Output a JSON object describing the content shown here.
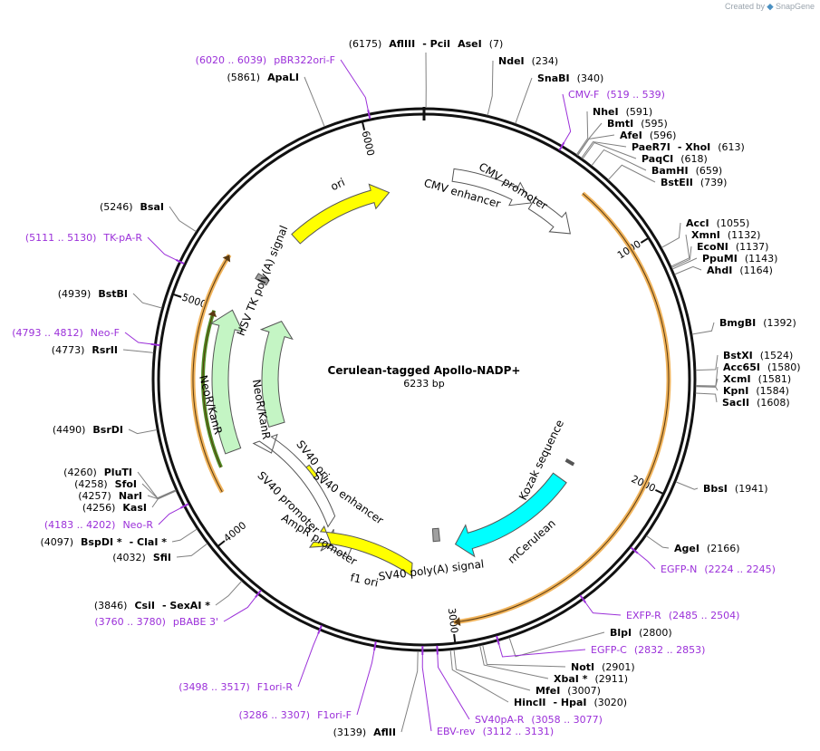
{
  "credit": {
    "created_by": "Created by",
    "brand": "SnapGene"
  },
  "plasmid": {
    "name": "Cerulean-tagged Apollo-NADP+",
    "length_label": "6233 bp"
  },
  "colors": {
    "primer": "#9b30d9",
    "enzyme_line": "#808080",
    "orf": "#f0b35b",
    "gene": "#4f8f25"
  },
  "ticks": [
    {
      "label": "1000"
    },
    {
      "label": "2000"
    },
    {
      "label": "3000"
    },
    {
      "label": "4000"
    },
    {
      "label": "5000"
    },
    {
      "label": "6000"
    }
  ],
  "features": [
    {
      "label": "CMV enhancer"
    },
    {
      "label": "CMV promoter"
    },
    {
      "label": "ori"
    },
    {
      "label": "HSV TK poly(A) signal"
    },
    {
      "label": "NeoR/KanR"
    },
    {
      "label": "NeoR/KanR"
    },
    {
      "label": "SV40 ori"
    },
    {
      "label": "SV40 enhancer"
    },
    {
      "label": "SV40 promoter"
    },
    {
      "label": "AmpR promoter"
    },
    {
      "label": "f1 ori"
    },
    {
      "label": "SV40 poly(A) signal"
    },
    {
      "label": "mCerulean"
    },
    {
      "label": "Kozak sequence"
    }
  ],
  "labels": [
    {
      "parts": [
        [
          "(6175)",
          "pos"
        ],
        [
          "AflIII",
          "enz"
        ],
        [
          "- PciI",
          "enz"
        ],
        [
          "AseI",
          "enz"
        ],
        [
          "(7)",
          "pos"
        ]
      ]
    },
    {
      "parts": [
        [
          "NdeI",
          "enz"
        ],
        [
          "(234)",
          "pos"
        ]
      ]
    },
    {
      "parts": [
        [
          "SnaBI",
          "enz"
        ],
        [
          "(340)",
          "pos"
        ]
      ]
    },
    {
      "parts": [
        [
          "CMV-F",
          "primer"
        ],
        [
          "(519 .. 539)",
          "primer"
        ]
      ]
    },
    {
      "parts": [
        [
          "NheI",
          "enz"
        ],
        [
          "(591)",
          "pos"
        ]
      ]
    },
    {
      "parts": [
        [
          "BmtI",
          "enz"
        ],
        [
          "(595)",
          "pos"
        ]
      ]
    },
    {
      "parts": [
        [
          "AfeI",
          "enz"
        ],
        [
          "(596)",
          "pos"
        ]
      ]
    },
    {
      "parts": [
        [
          "PaeR7I",
          "enz"
        ],
        [
          "- XhoI",
          "enz"
        ],
        [
          "(613)",
          "pos"
        ]
      ]
    },
    {
      "parts": [
        [
          "PaqCI",
          "enz"
        ],
        [
          "(618)",
          "pos"
        ]
      ]
    },
    {
      "parts": [
        [
          "BamHI",
          "enz"
        ],
        [
          "(659)",
          "pos"
        ]
      ]
    },
    {
      "parts": [
        [
          "BstEII",
          "enz"
        ],
        [
          "(739)",
          "pos"
        ]
      ]
    },
    {
      "parts": [
        [
          "AccI",
          "enz"
        ],
        [
          "(1055)",
          "pos"
        ]
      ]
    },
    {
      "parts": [
        [
          "XmnI",
          "enz"
        ],
        [
          "(1132)",
          "pos"
        ]
      ]
    },
    {
      "parts": [
        [
          "EcoNI",
          "enz"
        ],
        [
          "(1137)",
          "pos"
        ]
      ]
    },
    {
      "parts": [
        [
          "PpuMI",
          "enz"
        ],
        [
          "(1143)",
          "pos"
        ]
      ]
    },
    {
      "parts": [
        [
          "AhdI",
          "enz"
        ],
        [
          "(1164)",
          "pos"
        ]
      ]
    },
    {
      "parts": [
        [
          "BmgBI",
          "enz"
        ],
        [
          "(1392)",
          "pos"
        ]
      ]
    },
    {
      "parts": [
        [
          "BstXI",
          "enz"
        ],
        [
          "(1524)",
          "pos"
        ]
      ]
    },
    {
      "parts": [
        [
          "Acc65I",
          "enz"
        ],
        [
          "(1580)",
          "pos"
        ]
      ]
    },
    {
      "parts": [
        [
          "XcmI",
          "enz"
        ],
        [
          "(1581)",
          "pos"
        ]
      ]
    },
    {
      "parts": [
        [
          "KpnI",
          "enz"
        ],
        [
          "(1584)",
          "pos"
        ]
      ]
    },
    {
      "parts": [
        [
          "SacII",
          "enz"
        ],
        [
          "(1608)",
          "pos"
        ]
      ]
    },
    {
      "parts": [
        [
          "BbsI",
          "enz"
        ],
        [
          "(1941)",
          "pos"
        ]
      ]
    },
    {
      "parts": [
        [
          "AgeI",
          "enz"
        ],
        [
          "(2166)",
          "pos"
        ]
      ]
    },
    {
      "parts": [
        [
          "EGFP-N",
          "primer"
        ],
        [
          "(2224 .. 2245)",
          "primer"
        ]
      ]
    },
    {
      "parts": [
        [
          "EXFP-R",
          "primer"
        ],
        [
          "(2485 .. 2504)",
          "primer"
        ]
      ]
    },
    {
      "parts": [
        [
          "BlpI",
          "enz"
        ],
        [
          "(2800)",
          "pos"
        ]
      ]
    },
    {
      "parts": [
        [
          "EGFP-C",
          "primer"
        ],
        [
          "(2832 .. 2853)",
          "primer"
        ]
      ]
    },
    {
      "parts": [
        [
          "NotI",
          "enz"
        ],
        [
          "(2901)",
          "pos"
        ]
      ]
    },
    {
      "parts": [
        [
          "XbaI *",
          "enz"
        ],
        [
          "(2911)",
          "pos"
        ]
      ]
    },
    {
      "parts": [
        [
          "MfeI",
          "enz"
        ],
        [
          "(3007)",
          "pos"
        ]
      ]
    },
    {
      "parts": [
        [
          "HincII",
          "enz"
        ],
        [
          "- HpaI",
          "enz"
        ],
        [
          "(3020)",
          "pos"
        ]
      ]
    },
    {
      "parts": [
        [
          "SV40pA-R",
          "primer"
        ],
        [
          "(3058 .. 3077)",
          "primer"
        ]
      ]
    },
    {
      "parts": [
        [
          "EBV-rev",
          "primer"
        ],
        [
          "(3112 .. 3131)",
          "primer"
        ]
      ]
    },
    {
      "parts": [
        [
          "(3139)",
          "pos"
        ],
        [
          "AflII",
          "enz"
        ]
      ]
    },
    {
      "parts": [
        [
          "(3286 .. 3307)",
          "primer"
        ],
        [
          "F1ori-F",
          "primer"
        ]
      ]
    },
    {
      "parts": [
        [
          "(3498 .. 3517)",
          "primer"
        ],
        [
          "F1ori-R",
          "primer"
        ]
      ]
    },
    {
      "parts": [
        [
          "(3760 .. 3780)",
          "primer"
        ],
        [
          "pBABE 3'",
          "primer"
        ]
      ]
    },
    {
      "parts": [
        [
          "(3846)",
          "pos"
        ],
        [
          "CsiI",
          "enz"
        ],
        [
          "- SexAI *",
          "enz"
        ]
      ]
    },
    {
      "parts": [
        [
          "(4032)",
          "pos"
        ],
        [
          "SfiI",
          "enz"
        ]
      ]
    },
    {
      "parts": [
        [
          "(4097)",
          "pos"
        ],
        [
          "BspDI *",
          "enz"
        ],
        [
          "- ClaI *",
          "enz"
        ]
      ]
    },
    {
      "parts": [
        [
          "(4183 .. 4202)",
          "primer"
        ],
        [
          "Neo-R",
          "primer"
        ]
      ]
    },
    {
      "parts": [
        [
          "(4256)",
          "pos"
        ],
        [
          "KasI",
          "enz"
        ]
      ]
    },
    {
      "parts": [
        [
          "(4257)",
          "pos"
        ],
        [
          "NarI",
          "enz"
        ]
      ]
    },
    {
      "parts": [
        [
          "(4258)",
          "pos"
        ],
        [
          "SfoI",
          "enz"
        ]
      ]
    },
    {
      "parts": [
        [
          "(4260)",
          "pos"
        ],
        [
          "PluTI",
          "enz"
        ]
      ]
    },
    {
      "parts": [
        [
          "(4490)",
          "pos"
        ],
        [
          "BsrDI",
          "enz"
        ]
      ]
    },
    {
      "parts": [
        [
          "(4773)",
          "pos"
        ],
        [
          "RsrII",
          "enz"
        ]
      ]
    },
    {
      "parts": [
        [
          "(4793 .. 4812)",
          "primer"
        ],
        [
          "Neo-F",
          "primer"
        ]
      ]
    },
    {
      "parts": [
        [
          "(4939)",
          "pos"
        ],
        [
          "BstBI",
          "enz"
        ]
      ]
    },
    {
      "parts": [
        [
          "(5111 .. 5130)",
          "primer"
        ],
        [
          "TK-pA-R",
          "primer"
        ]
      ]
    },
    {
      "parts": [
        [
          "(5246)",
          "pos"
        ],
        [
          "BsaI",
          "enz"
        ]
      ]
    },
    {
      "parts": [
        [
          "(5861)",
          "pos"
        ],
        [
          "ApaLI",
          "enz"
        ]
      ]
    },
    {
      "parts": [
        [
          "(6020 .. 6039)",
          "primer"
        ],
        [
          "pBR322ori-F",
          "primer"
        ]
      ]
    }
  ]
}
